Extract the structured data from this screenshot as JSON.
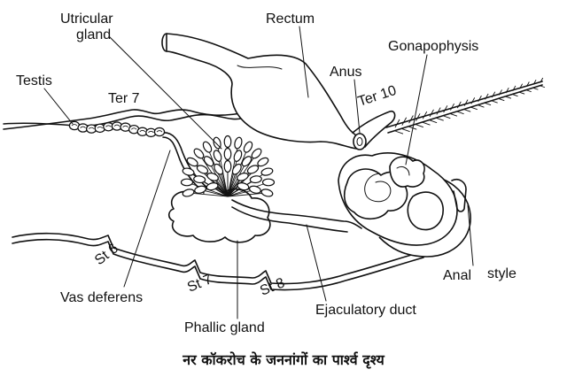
{
  "labels": {
    "utricular_gland": [
      "Utricular",
      "gland"
    ],
    "rectum": "Rectum",
    "gonapophysis": "Gonapophysis",
    "anus": "Anus",
    "testis": "Testis",
    "ter7": "Ter 7",
    "ter10": "Ter 10",
    "st6": "St 6",
    "st7": "St 7",
    "st8": "St 8",
    "vas_deferens": "Vas deferens",
    "phallic_gland": "Phallic gland",
    "ejaculatory_duct": "Ejaculatory duct",
    "anal_style": [
      "Anal",
      "style"
    ]
  },
  "caption": "नर कॉकरोच के जननांगों का पार्श्व दृश्य",
  "colors": {
    "ink": "#111111",
    "background": "#ffffff"
  }
}
